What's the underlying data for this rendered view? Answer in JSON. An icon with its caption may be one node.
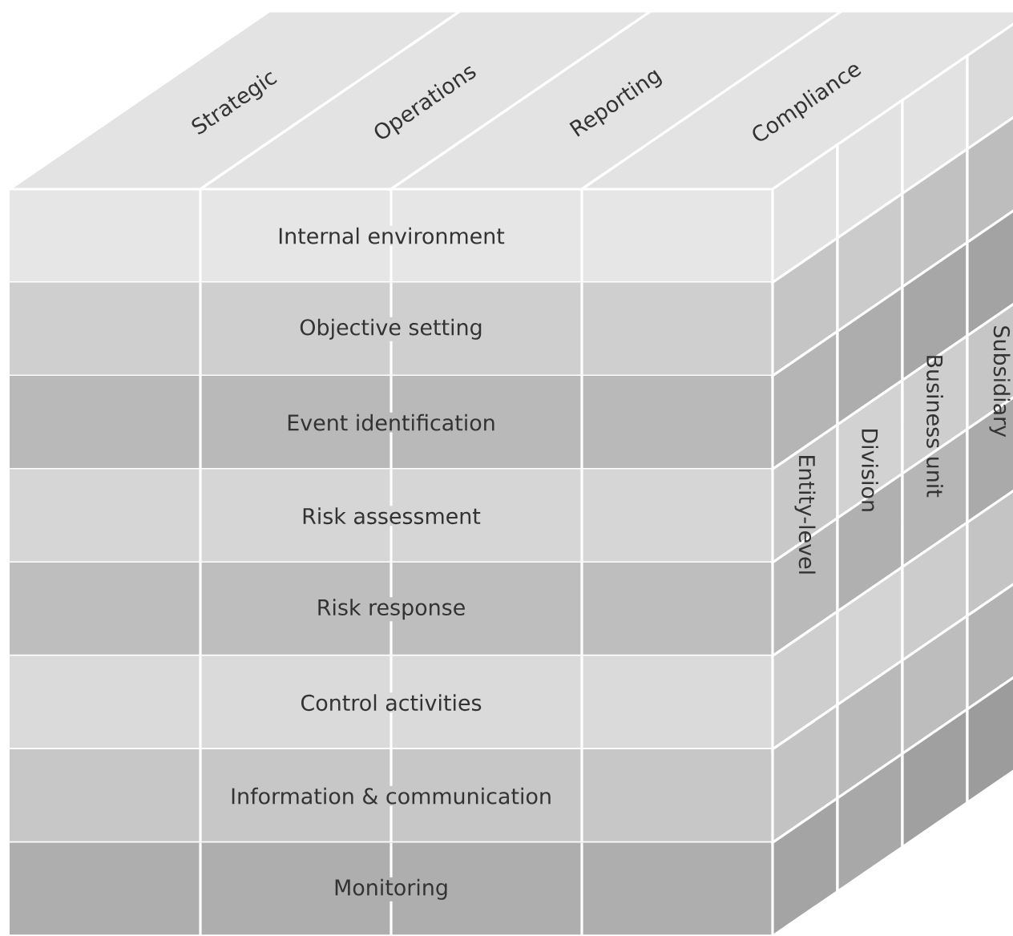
{
  "diagram": {
    "nodes": [
      {
        "text": [
          "Internal environment"
        ]
      },
      {
        "text": [
          "Objective setting"
        ]
      },
      {
        "text": [
          "Event identification"
        ]
      },
      {
        "text": [
          "Risk assessment"
        ]
      },
      {
        "text": [
          "Risk response"
        ]
      },
      {
        "text": [
          "Control activities"
        ]
      },
      {
        "text": [
          "Information & communication"
        ]
      },
      {
        "text": [
          "Monitoring"
        ]
      },
      {
        "text": [
          "Strategic"
        ]
      },
      {
        "text": [
          "Operations"
        ]
      },
      {
        "text": [
          "Reporting"
        ]
      },
      {
        "text": [
          "Compliance"
        ]
      },
      {
        "text": [
          "Entity-level"
        ]
      },
      {
        "text": [
          "Division"
        ]
      },
      {
        "text": [
          "Business unit"
        ]
      },
      {
        "text": [
          "Subsidiary"
        ]
      }
    ]
  }
}
